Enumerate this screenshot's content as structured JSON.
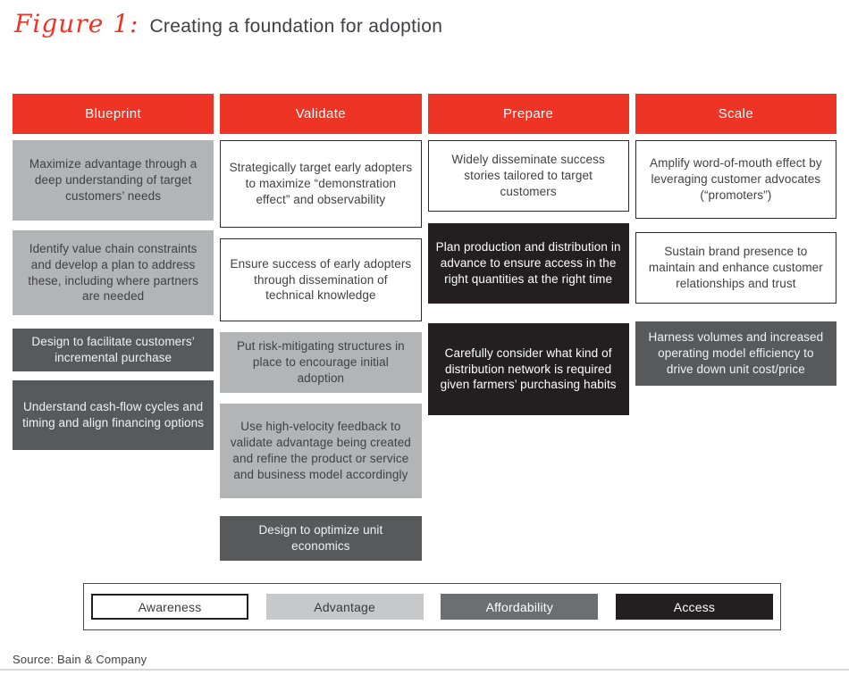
{
  "title": {
    "figure_label": "Figure 1:",
    "text": "Creating a foundation for adoption"
  },
  "colors": {
    "header_red": "#ee3425",
    "awareness_bg": "#ffffff",
    "advantage_bg": "#b2b4b6",
    "affordability_bg": "#58595b",
    "access_bg": "#231f20"
  },
  "columns": [
    {
      "header": "Blueprint",
      "boxes": [
        {
          "text": "Maximize advantage through a deep understanding of target customers’ needs",
          "category": "advantage"
        },
        {
          "text": "Identify value chain constraints and develop a plan to address these, including where partners are needed",
          "category": "advantage"
        },
        {
          "text": "Design to facilitate customers’ incremental purchase",
          "category": "affordability"
        },
        {
          "text": "Understand cash-flow cycles and timing and align financing options",
          "category": "affordability"
        }
      ]
    },
    {
      "header": "Validate",
      "boxes": [
        {
          "text": "Strategically target early adopters to maximize “demonstration effect” and observability",
          "category": "awareness"
        },
        {
          "text": "Ensure success of early adopters through dissemination of technical knowledge",
          "category": "awareness"
        },
        {
          "text": "Put risk-mitigating structures in place to encourage initial adoption",
          "category": "advantage"
        },
        {
          "text": "Use high-velocity feedback to validate advantage being created and refine the product or service and business model accordingly",
          "category": "advantage"
        },
        {
          "text": "Design to optimize unit economics",
          "category": "affordability"
        }
      ]
    },
    {
      "header": "Prepare",
      "boxes": [
        {
          "text": "Widely disseminate success stories tailored to target customers",
          "category": "awareness"
        },
        {
          "text": "Plan production and distribution in advance to ensure access in the right quantities at the right time",
          "category": "access"
        },
        {
          "text": "Carefully consider what kind of distribution network is required given farmers’ purchasing habits",
          "category": "access"
        }
      ]
    },
    {
      "header": "Scale",
      "boxes": [
        {
          "text": "Amplify word-of-mouth effect by leveraging customer advocates (“promoters”)",
          "category": "awareness"
        },
        {
          "text": "Sustain brand presence to maintain and enhance customer relationships and trust",
          "category": "awareness"
        },
        {
          "text": "Harness volumes and increased operating model efficiency to drive down unit cost/price",
          "category": "affordability"
        }
      ]
    }
  ],
  "legend": {
    "items": [
      {
        "label": "Awareness",
        "category": "awareness"
      },
      {
        "label": "Advantage",
        "category": "advantage"
      },
      {
        "label": "Affordability",
        "category": "affordability"
      },
      {
        "label": "Access",
        "category": "access"
      }
    ]
  },
  "source": "Source: Bain & Company"
}
